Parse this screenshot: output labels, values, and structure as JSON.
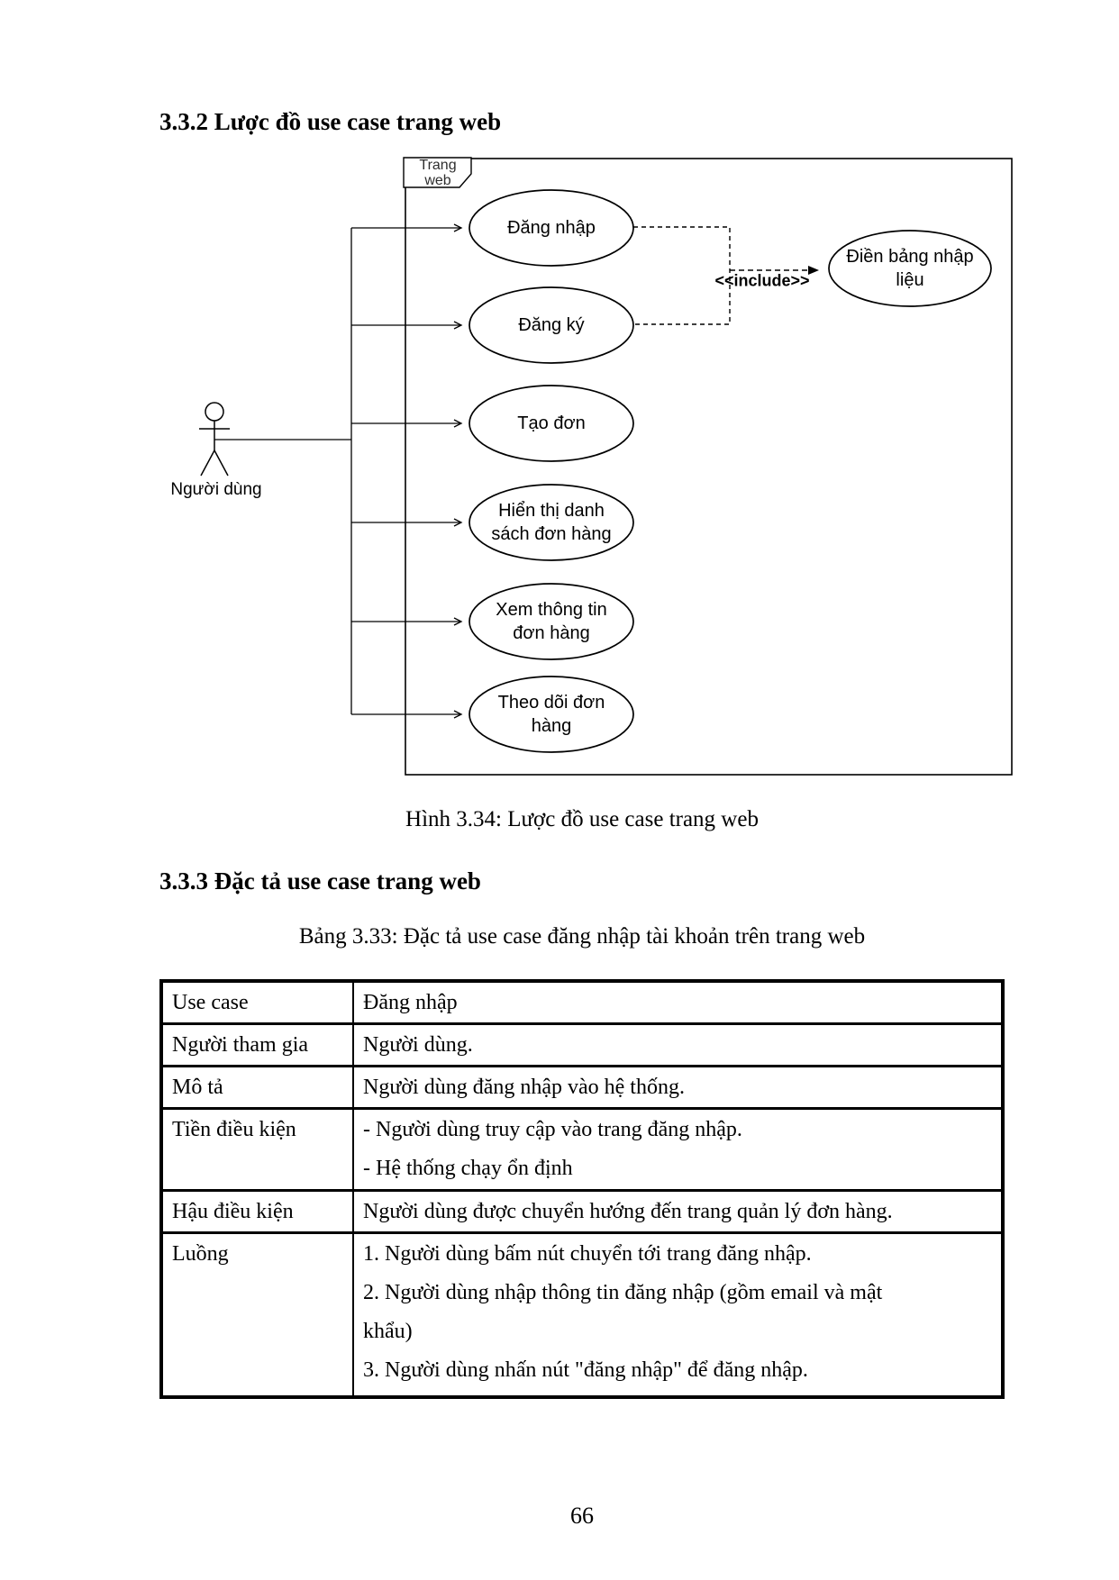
{
  "page": {
    "section1_title": "3.3.2 Lược đồ use case trang web",
    "figure_caption": "Hình 3.34: Lược đồ use case trang web",
    "section2_title": "3.3.3 Đặc tả use case trang web",
    "table_caption": "Bảng 3.33: Đặc tả use case đăng nhập tài khoản trên trang web",
    "page_number": "66"
  },
  "diagram": {
    "frame_label": "Trang\nweb",
    "actor_label": "Người dùng",
    "include_label": "<<include>>",
    "use_cases": [
      {
        "label": "Đăng nhập"
      },
      {
        "label": "Đăng ký"
      },
      {
        "label": "Tạo đơn"
      },
      {
        "label": "Hiển thị danh\nsách đơn hàng"
      },
      {
        "label": "Xem thông tin\nđơn hàng"
      },
      {
        "label": "Theo dõi đơn\nhàng"
      }
    ],
    "include_target_label": "Điền bảng nhập\nliệu",
    "line_color": "#000000"
  },
  "table": {
    "rows": [
      {
        "key": "Use case",
        "value": "Đăng nhập"
      },
      {
        "key": "Người tham gia",
        "value": "Người dùng."
      },
      {
        "key": "Mô tả",
        "value": "Người dùng đăng nhập vào hệ thống."
      },
      {
        "key": "Tiền điều kiện",
        "value": "- Người dùng truy cập vào trang đăng nhập.\n- Hệ thống chạy ổn định"
      },
      {
        "key": "Hậu điều kiện",
        "value": "Người dùng được chuyển hướng đến trang quản lý đơn hàng."
      },
      {
        "key": "Luồng",
        "value": "1. Người dùng bấm nút chuyển tới trang đăng nhập.\n2. Người dùng nhập thông tin đăng nhập (gồm email và mật\nkhẩu)\n3. Người dùng nhấn nút \"đăng nhập\" để đăng nhập."
      }
    ]
  }
}
